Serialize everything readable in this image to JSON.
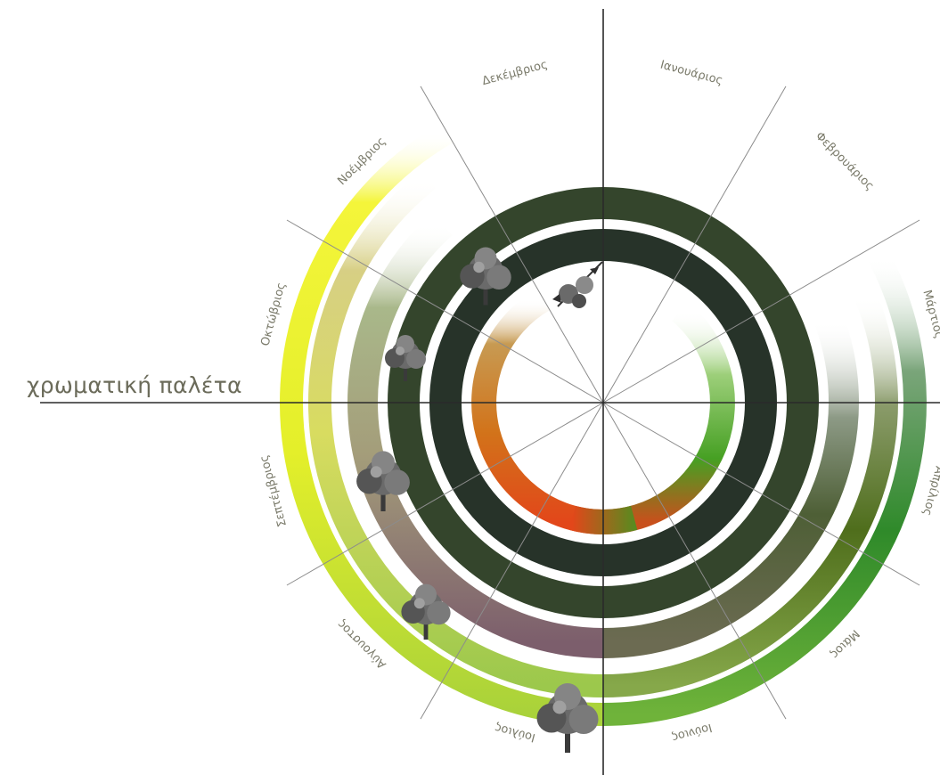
{
  "title": "χρωματική παλέτα",
  "months": [
    "Ιανουάριος",
    "Φεβρουάριος",
    "Μάρτιος",
    "Απρίλιος",
    "Μάιος",
    "Ιούνιος",
    "Ιούλιος",
    "Αύγουστος",
    "Σεπτέμβριος",
    "Οκτώβριος",
    "Νοέμβριος",
    "Δεκέμβριος"
  ],
  "colors": {
    "axis": "#2a2a2a",
    "spoke": "#8c8c8c",
    "label": "#7a7a6a",
    "ring_dark": "#273329",
    "ring_green": "#34452c"
  },
  "icons": [
    "tree-icon",
    "fruit-branch-icon"
  ]
}
